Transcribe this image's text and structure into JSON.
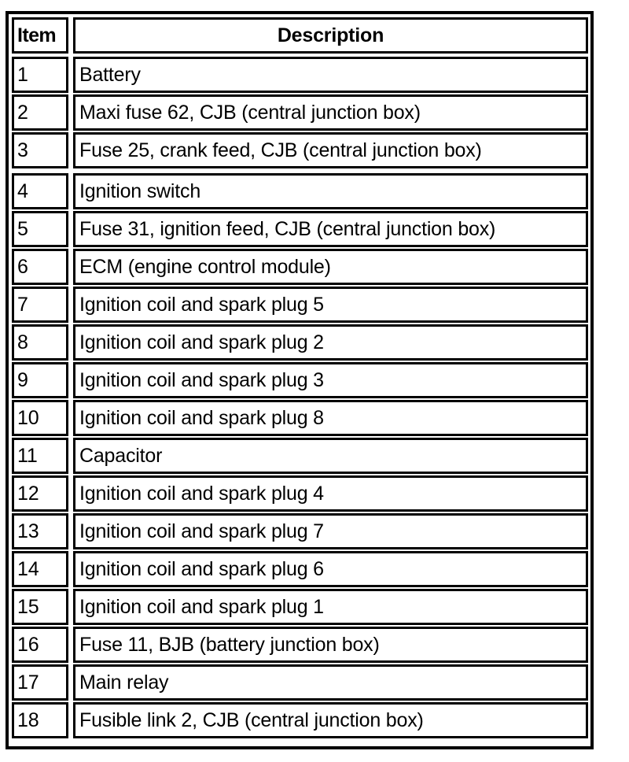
{
  "document": {
    "type": "component-legend-table",
    "background_color": "#ffffff",
    "border_color": "#000000",
    "text_color": "#000000"
  },
  "table": {
    "columns": [
      {
        "key": "item",
        "label": "Item",
        "align": "left"
      },
      {
        "key": "description",
        "label": "Description",
        "align": "center"
      }
    ],
    "rows": [
      {
        "item": "1",
        "description": "Battery"
      },
      {
        "item": "2",
        "description": "Maxi fuse 62, CJB (central junction box)"
      },
      {
        "item": "3",
        "description": "Fuse 25, crank feed, CJB (central junction box)"
      },
      {
        "item": "4",
        "description": "Ignition switch"
      },
      {
        "item": "5",
        "description": "Fuse 31, ignition feed, CJB (central junction box)"
      },
      {
        "item": "6",
        "description": "ECM (engine control module)"
      },
      {
        "item": "7",
        "description": "Ignition coil and spark plug 5"
      },
      {
        "item": "8",
        "description": "Ignition coil and spark plug 2"
      },
      {
        "item": "9",
        "description": "Ignition coil and spark plug 3"
      },
      {
        "item": "10",
        "description": "Ignition coil and spark plug 8"
      },
      {
        "item": "11",
        "description": "Capacitor"
      },
      {
        "item": "12",
        "description": "Ignition coil and spark plug 4"
      },
      {
        "item": "13",
        "description": "Ignition coil and spark plug 7"
      },
      {
        "item": "14",
        "description": "Ignition coil and spark plug 6"
      },
      {
        "item": "15",
        "description": "Ignition coil and spark plug 1"
      },
      {
        "item": "16",
        "description": "Fuse 11, BJB (battery junction box)"
      },
      {
        "item": "17",
        "description": "Main relay"
      },
      {
        "item": "18",
        "description": "Fusible link 2, CJB (central junction box)"
      }
    ],
    "row_count": 18,
    "extra_gap_after_row_index": 2
  }
}
